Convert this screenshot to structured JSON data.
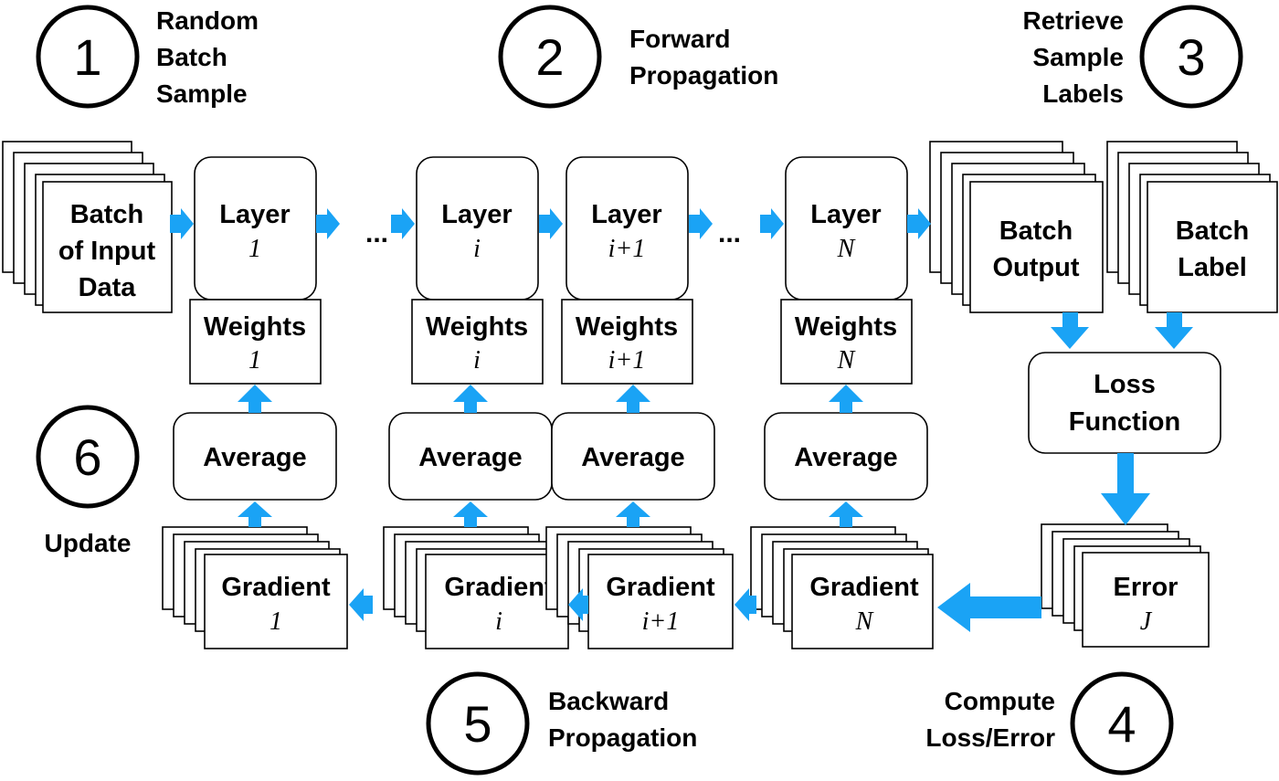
{
  "colors": {
    "arrow": "#1aa3f5",
    "stroke": "#000000",
    "background": "#ffffff"
  },
  "steps": [
    {
      "number": "1",
      "lines": [
        "Random",
        "Batch",
        "Sample"
      ]
    },
    {
      "number": "2",
      "lines": [
        "Forward",
        "Propagation"
      ]
    },
    {
      "number": "3",
      "lines": [
        "Retrieve",
        "Sample",
        "Labels"
      ]
    },
    {
      "number": "4",
      "lines": [
        "Compute",
        "Loss/Error"
      ]
    },
    {
      "number": "5",
      "lines": [
        "Backward",
        "Propagation"
      ]
    },
    {
      "number": "6",
      "lines": [
        "Update"
      ]
    }
  ],
  "input": {
    "lines": [
      "Batch",
      "of Input",
      "Data"
    ]
  },
  "layers": [
    {
      "title": "Layer",
      "sub": "1"
    },
    {
      "title": "Layer",
      "sub": "i"
    },
    {
      "title": "Layer",
      "sub": "i+1"
    },
    {
      "title": "Layer",
      "sub": "N"
    }
  ],
  "weights": [
    {
      "title": "Weights",
      "sub": "1"
    },
    {
      "title": "Weights",
      "sub": "i"
    },
    {
      "title": "Weights",
      "sub": "i+1"
    },
    {
      "title": "Weights",
      "sub": "N"
    }
  ],
  "averages": [
    {
      "label": "Average"
    },
    {
      "label": "Average"
    },
    {
      "label": "Average"
    },
    {
      "label": "Average"
    }
  ],
  "gradients": [
    {
      "title": "Gradient",
      "sub": "1"
    },
    {
      "title": "Gradient",
      "sub": "i"
    },
    {
      "title": "Gradient",
      "sub": "i+1"
    },
    {
      "title": "Gradient",
      "sub": "N"
    }
  ],
  "batch_output": {
    "lines": [
      "Batch",
      "Output"
    ]
  },
  "batch_label": {
    "lines": [
      "Batch",
      "Label"
    ]
  },
  "loss_function": {
    "lines": [
      "Loss",
      "Function"
    ]
  },
  "error": {
    "title": "Error",
    "sub": "J"
  },
  "ellipsis": "..."
}
